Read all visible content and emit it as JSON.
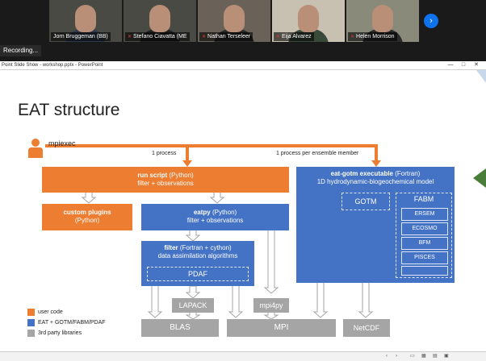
{
  "participants": [
    {
      "name": "Jorn Bruggeman (BB)"
    },
    {
      "name": "Stefano Ciavatta (ME"
    },
    {
      "name": "Nathan Terseleer"
    },
    {
      "name": "Eija Alvarez"
    },
    {
      "name": "Helen Morrison"
    }
  ],
  "next_icon": "chevron-right-icon",
  "recording_label": "Recording...",
  "window": {
    "title": "Point Slide Show  -  workshop.pptx  -  PowerPoint",
    "minimize": "—",
    "restore": "□",
    "close": "✕"
  },
  "slide": {
    "title": "EAT structure",
    "user_label": "mpiexec",
    "arrow_labels": {
      "one_process": "1 process",
      "per_member": "1 process per ensemble member"
    },
    "run_script": {
      "title": "run script",
      "lang": " (Python)",
      "sub": "filter + observations"
    },
    "custom_plugins": {
      "title": "custom plugins",
      "sub": "(Python)"
    },
    "eatpy": {
      "title": "eatpy",
      "lang": " (Python)",
      "sub": "filter + observations"
    },
    "filter": {
      "title": "filter",
      "lang": " (Fortran + cython)",
      "sub": "data assimilation algorithms"
    },
    "pdaf": "PDAF",
    "lapack": "LAPACK",
    "mpi4py": "mpi4py",
    "blas": "BLAS",
    "mpi": "MPI",
    "netcdf": "NetCDF",
    "eat_gotm": {
      "title": "eat-gotm executable",
      "lang": " (Fortran)",
      "sub": "1D hydrodynamic-biogeochemical model"
    },
    "gotm": "GOTM",
    "fabm": {
      "title": "FABM",
      "items": [
        "ERSEM",
        "ECOSMO",
        "BFM",
        "PISCES",
        ""
      ]
    },
    "legend": {
      "user_code": "user code",
      "eat": "EAT + GOTM/FABM/PDAF",
      "third_party": "3rd party libraries"
    }
  },
  "statusbar": {
    "slide_info": ""
  },
  "colors": {
    "orange": "#ed7d31",
    "blue": "#4472c4",
    "gray": "#a5a5a5"
  }
}
